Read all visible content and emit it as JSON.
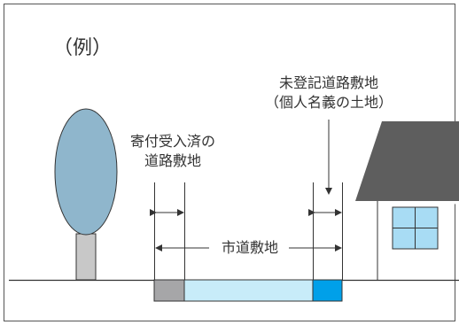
{
  "example_label": "（例）",
  "donated_road": {
    "line1": "寄付受入済の",
    "line2": "道路敷地"
  },
  "unregistered_road": {
    "line1": "未登記道路敷地",
    "line2": "（個人名義の土地）"
  },
  "city_road_label": "市道敷地",
  "colors": {
    "frame": "#555555",
    "line": "#333333",
    "tree_crown": "#8fb6cc",
    "tree_trunk": "#c8c8c8",
    "roof": "#5e5e5e",
    "window": "#a8dcf4",
    "strip_donated": "#a6a6a8",
    "strip_city": "#c8ecf9",
    "strip_unregistered": "#00a0e9"
  }
}
